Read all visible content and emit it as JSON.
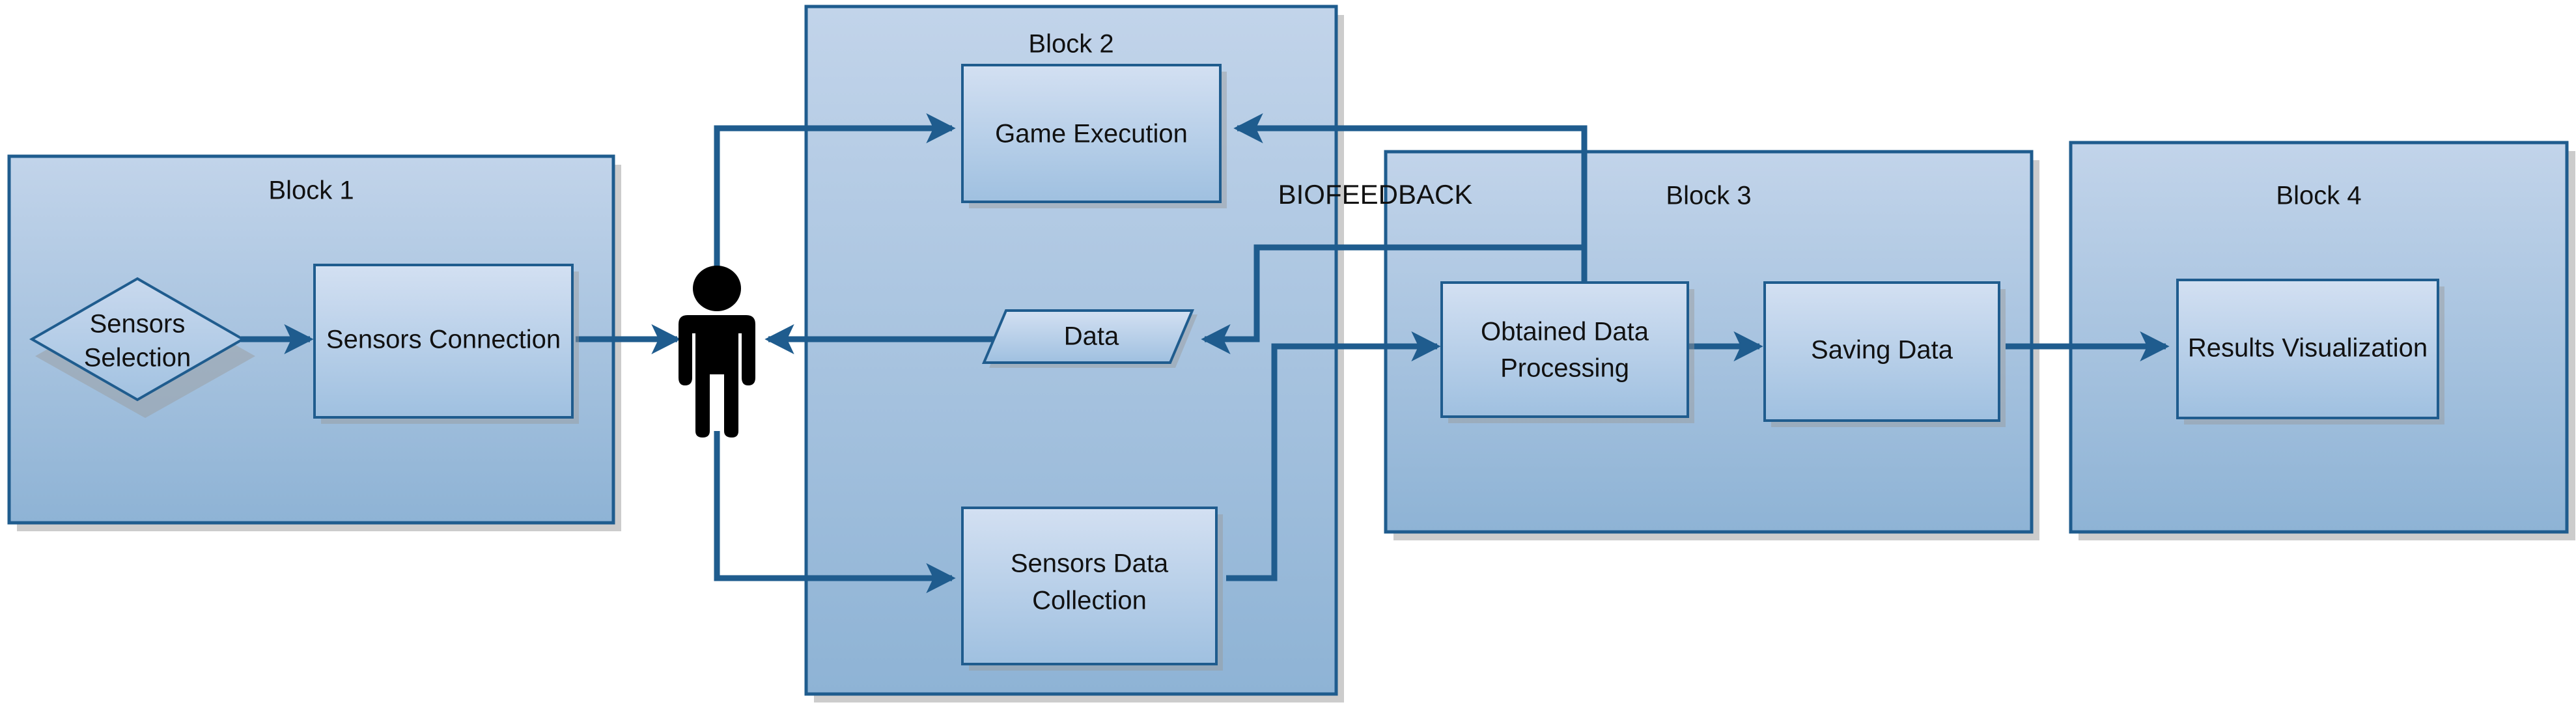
{
  "diagram": {
    "title_annotation": "BIOFEEDBACK",
    "colors": {
      "block_fill_top": "#BDD1E8",
      "block_fill_bottom": "#8FB4D6",
      "node_fill_top": "#CEDDF0",
      "node_fill_bottom": "#A3C2E1",
      "border": "#1F5C8E",
      "arrow": "#1F5C8E",
      "text": "#111111",
      "actor": "#000000",
      "background": "#FFFFFF"
    },
    "blocks": [
      {
        "id": "block1",
        "label": "Block 1"
      },
      {
        "id": "block2",
        "label": "Block 2"
      },
      {
        "id": "block3",
        "label": "Block 3"
      },
      {
        "id": "block4",
        "label": "Block 4"
      }
    ],
    "nodes": [
      {
        "id": "sensors-selection",
        "label": "Sensors\nSelection",
        "line1": "Sensors",
        "line2": "Selection",
        "shape": "diamond",
        "block": "block1"
      },
      {
        "id": "sensors-connection",
        "label": "Sensors Connection",
        "line1": "Sensors Connection",
        "line2": "",
        "shape": "rectangle",
        "block": "block1"
      },
      {
        "id": "game-execution",
        "label": "Game Execution",
        "line1": "Game Execution",
        "line2": "",
        "shape": "rectangle",
        "block": "block2"
      },
      {
        "id": "data",
        "label": "Data",
        "line1": "Data",
        "line2": "",
        "shape": "parallelogram",
        "block": "block2"
      },
      {
        "id": "sensors-data-collection",
        "label": "Sensors Data Collection",
        "line1": "Sensors Data",
        "line2": "Collection",
        "shape": "rectangle",
        "block": "block2"
      },
      {
        "id": "obtained-data-processing",
        "label": "Obtained Data Processing",
        "line1": "Obtained Data",
        "line2": "Processing",
        "shape": "rectangle",
        "block": "block3"
      },
      {
        "id": "saving-data",
        "label": "Saving Data",
        "line1": "Saving Data",
        "line2": "",
        "shape": "rectangle",
        "block": "block3"
      },
      {
        "id": "results-visualization",
        "label": "Results Visualization",
        "line1": "Results Visualization",
        "line2": "",
        "shape": "rectangle",
        "block": "block4"
      }
    ],
    "actor": {
      "id": "participant",
      "label": ""
    },
    "edges": [
      {
        "from": "sensors-selection",
        "to": "sensors-connection",
        "label": ""
      },
      {
        "from": "sensors-connection",
        "to": "participant",
        "label": ""
      },
      {
        "from": "participant",
        "to": "game-execution",
        "label": ""
      },
      {
        "from": "participant",
        "to": "sensors-data-collection",
        "label": ""
      },
      {
        "from": "data",
        "to": "participant",
        "label": ""
      },
      {
        "from": "sensors-data-collection",
        "to": "obtained-data-processing",
        "label": ""
      },
      {
        "from": "obtained-data-processing",
        "to": "game-execution",
        "label": "BIOFEEDBACK"
      },
      {
        "from": "obtained-data-processing",
        "to": "data",
        "label": "BIOFEEDBACK"
      },
      {
        "from": "obtained-data-processing",
        "to": "saving-data",
        "label": ""
      },
      {
        "from": "saving-data",
        "to": "results-visualization",
        "label": ""
      }
    ]
  }
}
